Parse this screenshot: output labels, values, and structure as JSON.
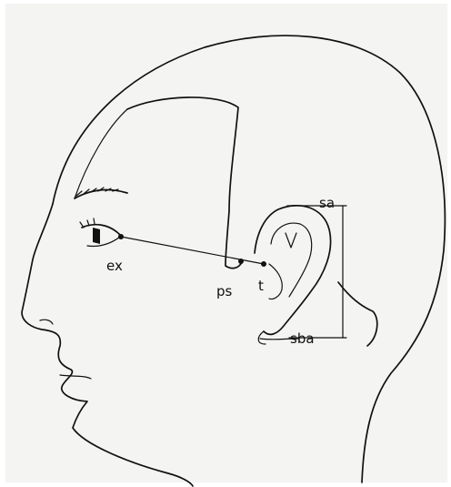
{
  "labels": {
    "ex": "ex",
    "ps": "ps",
    "t": "t",
    "sa": "sa",
    "sba": "sba"
  },
  "colors": {
    "ink": "#111111",
    "paper": "#f4f4f2"
  }
}
